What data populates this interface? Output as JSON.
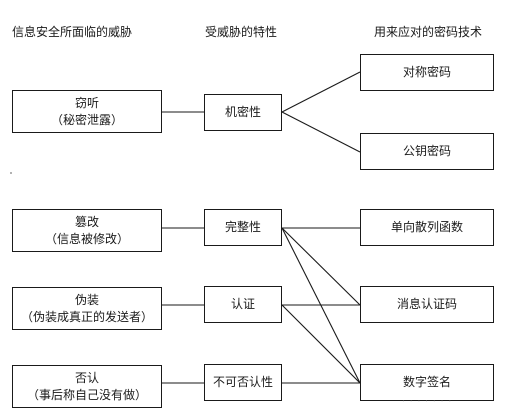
{
  "headers": {
    "threats": "信息安全所面临的威胁",
    "properties": "受威胁的特性",
    "technologies": "用来应对的密码技术"
  },
  "threats": [
    {
      "title": "窃听",
      "detail": "（秘密泄露）"
    },
    {
      "title": "篡改",
      "detail": "（信息被修改）"
    },
    {
      "title": "伪装",
      "detail": "（伪装成真正的发送者）"
    },
    {
      "title": "否认",
      "detail": "（事后称自己没有做）"
    }
  ],
  "properties": [
    "机密性",
    "完整性",
    "认证",
    "不可否认性"
  ],
  "technologies": [
    "对称密码",
    "公钥密码",
    "单向散列函数",
    "消息认证码",
    "数字签名"
  ],
  "connections": [
    {
      "from": "窃听",
      "to": "机密性"
    },
    {
      "from": "篡改",
      "to": "完整性"
    },
    {
      "from": "伪装",
      "to": "认证"
    },
    {
      "from": "否认",
      "to": "不可否认性"
    },
    {
      "from": "机密性",
      "to": "对称密码"
    },
    {
      "from": "机密性",
      "to": "公钥密码"
    },
    {
      "from": "完整性",
      "to": "单向散列函数"
    },
    {
      "from": "完整性",
      "to": "消息认证码"
    },
    {
      "from": "完整性",
      "to": "数字签名"
    },
    {
      "from": "认证",
      "to": "消息认证码"
    },
    {
      "from": "认证",
      "to": "数字签名"
    },
    {
      "from": "不可否认性",
      "to": "数字签名"
    }
  ]
}
